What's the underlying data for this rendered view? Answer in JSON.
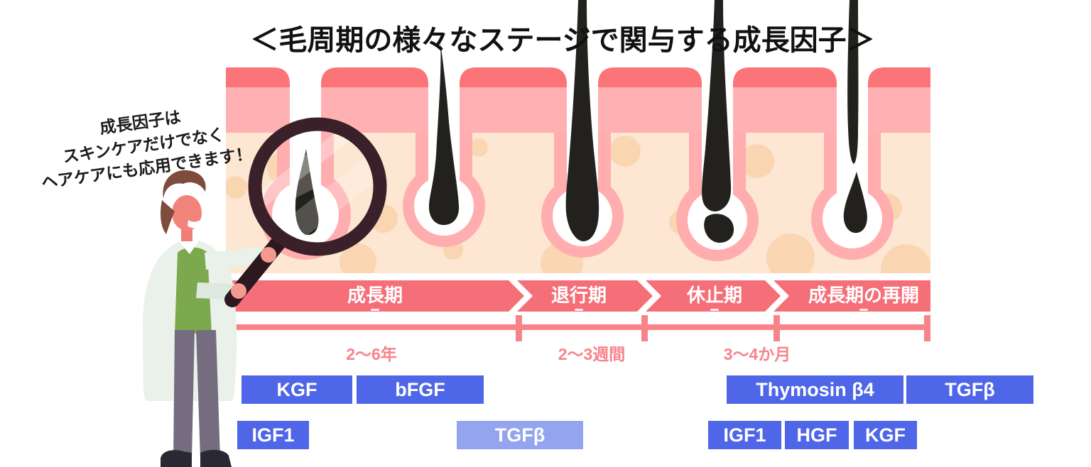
{
  "title": "＜毛周期の様々なステージで関与する成長因子＞",
  "speech": {
    "lines": [
      "成長因子は",
      "スキンケアだけでなく",
      "ヘアケアにも応用できます！"
    ]
  },
  "timeline": {
    "stages": [
      {
        "label": "成長期"
      },
      {
        "label": "退行期"
      },
      {
        "label": "休止期"
      },
      {
        "label": "成長期の再開"
      }
    ],
    "durations": [
      {
        "label": "2〜6年"
      },
      {
        "label": "2〜3週間"
      },
      {
        "label": "3〜4か月"
      }
    ]
  },
  "factors": {
    "row1": [
      {
        "label": "KGF"
      },
      {
        "label": "bFGF"
      },
      {
        "label": "Thymosin β4"
      },
      {
        "label": "TGFβ"
      }
    ],
    "row2": [
      {
        "label": "IGF1"
      },
      {
        "label": "TGFβ"
      },
      {
        "label": "IGF1"
      },
      {
        "label": "HGF"
      },
      {
        "label": "KGF"
      }
    ]
  },
  "icons": {
    "magnifying_glass": "magnifying-glass-icon",
    "scientist": "scientist-character",
    "hair_follicles": "hair-follicle-diagram"
  },
  "colors": {
    "band_salmon": "#f56f79",
    "scale_pink": "#f8838b",
    "factor_blue": "#4e66e7",
    "factor_light_blue": "#95a4ef",
    "skin_cap_red": "#fb7478",
    "skin_pink": "#ffb0b2",
    "follicle_rim_pink": "#ffadaf",
    "dermis_cream": "#fde7d2",
    "dermis_dots": "#f9d3ad",
    "hair_black": "#23211d",
    "magnifier_brown": "#3a2129",
    "text_black": "#111111"
  }
}
